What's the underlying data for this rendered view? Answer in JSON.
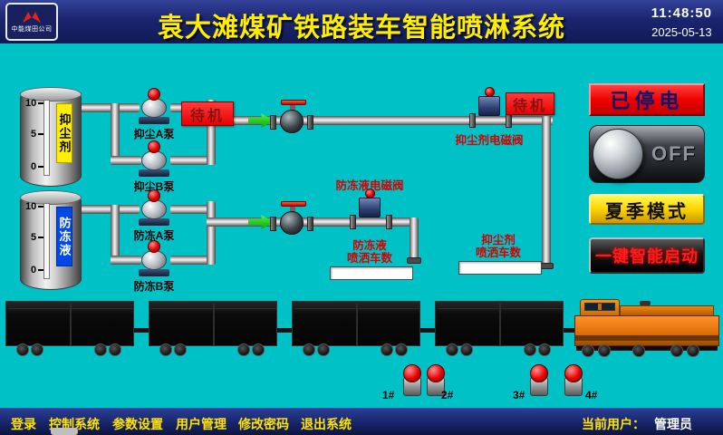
{
  "header": {
    "logo_text": "中能煤田公司",
    "title": "袁大滩煤矿铁路装车智能喷淋系统",
    "time": "11:48:50",
    "date": "2025-05-13"
  },
  "tanks": [
    {
      "label": "抑尘剂",
      "scale": [
        "10",
        "5",
        "0"
      ]
    },
    {
      "label": "防冻液",
      "scale": [
        "10",
        "5",
        "0"
      ]
    }
  ],
  "pumps": [
    {
      "label": "抑尘A泵"
    },
    {
      "label": "抑尘B泵"
    },
    {
      "label": "防冻A泵"
    },
    {
      "label": "防冻B泵"
    }
  ],
  "status": {
    "pump_line_standby": "待机",
    "valve_line_standby": "待机"
  },
  "valves": {
    "antifreeze_solenoid": "防冻液电磁阀",
    "dust_solenoid": "抑尘剂电磁阀"
  },
  "counters": [
    {
      "line1": "防冻液",
      "line2": "喷洒车数",
      "value": ""
    },
    {
      "line1": "抑尘剂",
      "line2": "喷洒车数",
      "value": ""
    }
  ],
  "controls": {
    "power_status": "已停电",
    "power_switch": "OFF",
    "season_mode": "夏季模式",
    "smart_start": "一键智能启动"
  },
  "platforms": [
    "1#",
    "2#",
    "3#",
    "4#"
  ],
  "footer": {
    "menu": [
      "登录",
      "控制系统",
      "参数设置",
      "用户管理",
      "修改密码",
      "退出系统"
    ],
    "current_user_label": "当前用户：",
    "current_user": "管理员"
  },
  "colors": {
    "background": "#00c2c6",
    "header": "#1a2570",
    "alarm_red": "#f00000",
    "button_yellow": "#ffd800",
    "title_yellow": "#ffee00"
  }
}
